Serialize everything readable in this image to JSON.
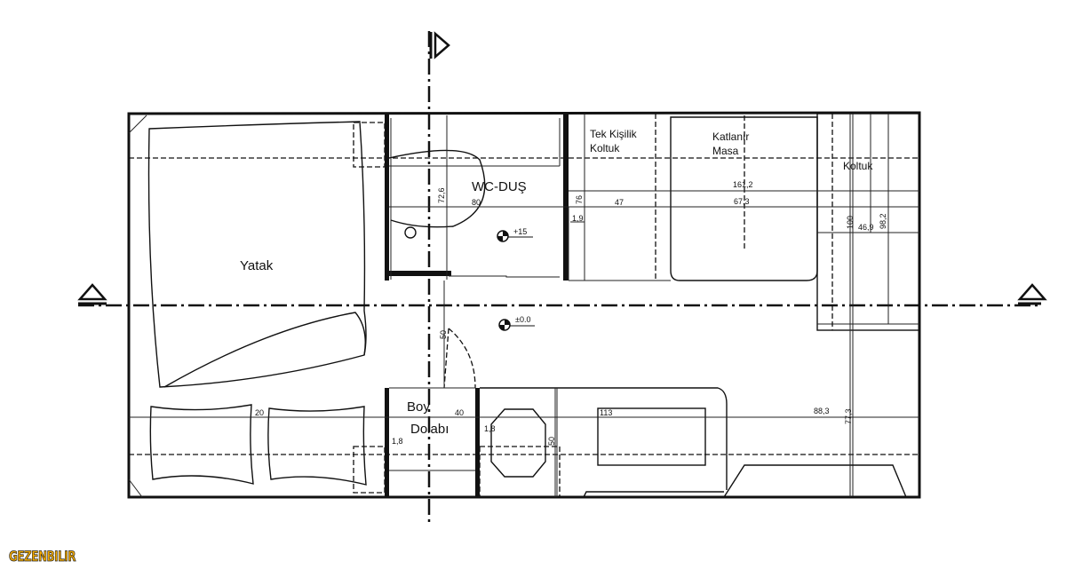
{
  "rooms": {
    "bed": "Yatak",
    "wc": "WC-DUŞ",
    "single_chair_line1": "Tek Kişilik",
    "single_chair_line2": "Koltuk",
    "folding_table_line1": "Katlanır",
    "folding_table_line2": "Masa",
    "sofa": "Koltuk",
    "wardrobe_line1": "Boy",
    "wardrobe_line2": "Dolabı"
  },
  "levels": {
    "wc": "+15",
    "floor": "±0.0"
  },
  "dimensions": {
    "d72_6": "72,6",
    "d80": "80",
    "d76": "76",
    "d1_9": "1,9",
    "d47": "47",
    "d161_2": "161,2",
    "d67_3": "67,3",
    "d100": "100",
    "d46_9": "46,9",
    "d98_2": "98,2",
    "d50a": "50",
    "d20": "20",
    "d40": "40",
    "d1_8a": "1,8",
    "d1_8b": "1,8",
    "d50b": "50",
    "d113": "113",
    "d88_3": "88,3",
    "d77_3": "77,3"
  },
  "watermark": "GEZENBILIR"
}
